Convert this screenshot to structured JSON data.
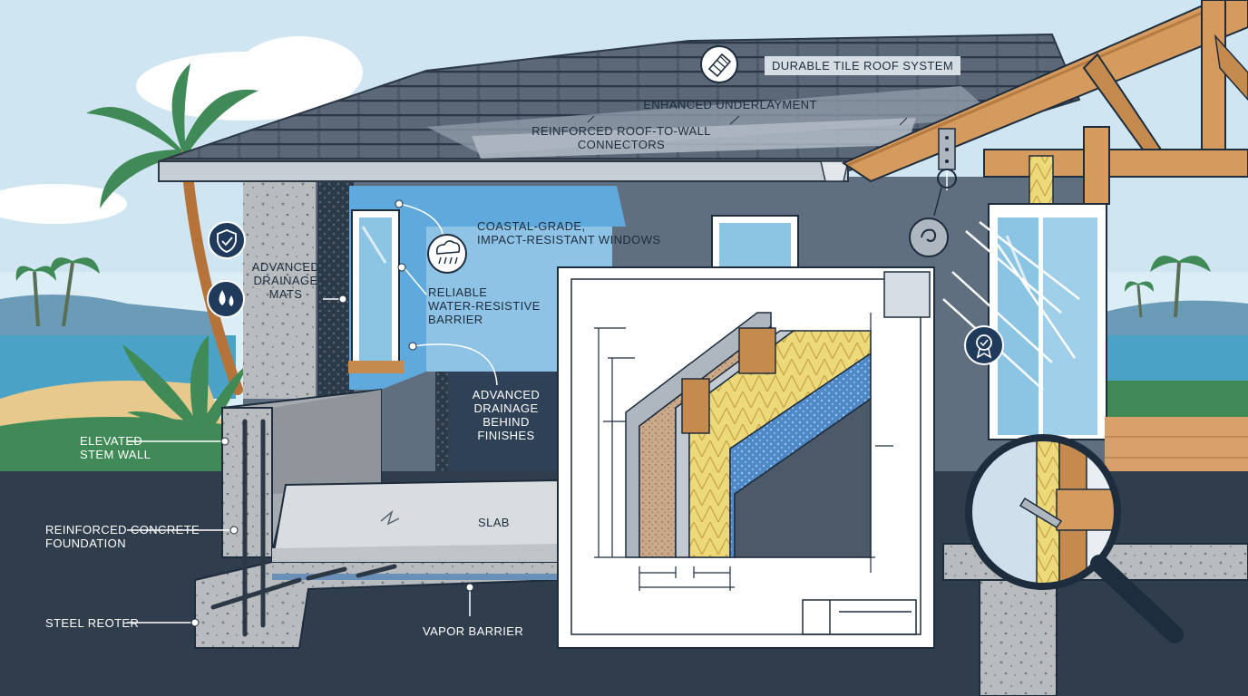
{
  "colors": {
    "sky": "#cfe6f2",
    "sea": "#4aa3c7",
    "ground": "#2f3d4c",
    "grass": "#3f8a56",
    "roof_tile": "#4b5968",
    "wall_blue": "#5fa9dc",
    "concrete": "#b9bcbf",
    "timber": "#c58a4e",
    "insulation": "#ecd97a",
    "outline": "#1e2d3d"
  },
  "labels": {
    "roof_system": "DURABLE TILE ROOF SYSTEM",
    "underlayment": "ENHANCED UNDERLAYMENT",
    "connectors": [
      "REINFORCED ROOF-TO-WALL",
      "CONNECTORS"
    ],
    "windows": [
      "COASTAL-GRADE,",
      "IMPACT-RESISTANT WINDOWS"
    ],
    "drainage_mats": [
      "ADVANCED",
      "DRAINAGE",
      "MATS"
    ],
    "water_barrier": [
      "RELIABLE",
      "WATER-RESISTIVE",
      "BARRIER"
    ],
    "drainage_finishes": [
      "ADVANCED",
      "DRAINAGE",
      "BEHIND",
      "FINISHES"
    ],
    "stem_wall": [
      "ELEVATED",
      "STEM WALL"
    ],
    "foundation": [
      "REINFORCED CONCRETE",
      "FOUNDATION"
    ],
    "slab": "SLAB",
    "rebar": "STEEL REOTER",
    "vapor_barrier": "VAPOR BARRIER"
  },
  "icons": [
    "shield-check-icon",
    "water-drops-icon",
    "tile-icon",
    "rain-cloud-icon",
    "wind-swirl-icon",
    "certified-badge-icon"
  ]
}
